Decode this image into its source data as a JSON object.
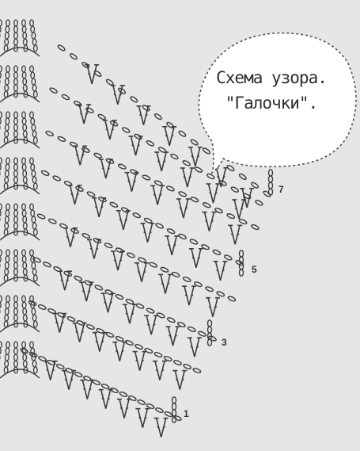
{
  "callout": {
    "line1": "Схема узора.",
    "line2": "\"Галочки\"."
  },
  "row_numbers": [
    "7",
    "5",
    "3",
    "1"
  ],
  "colors": {
    "background": "#e6e6e6",
    "ink": "#3c3c3c",
    "bubble_fill": "#ffffff",
    "bubble_border": "#555555"
  }
}
